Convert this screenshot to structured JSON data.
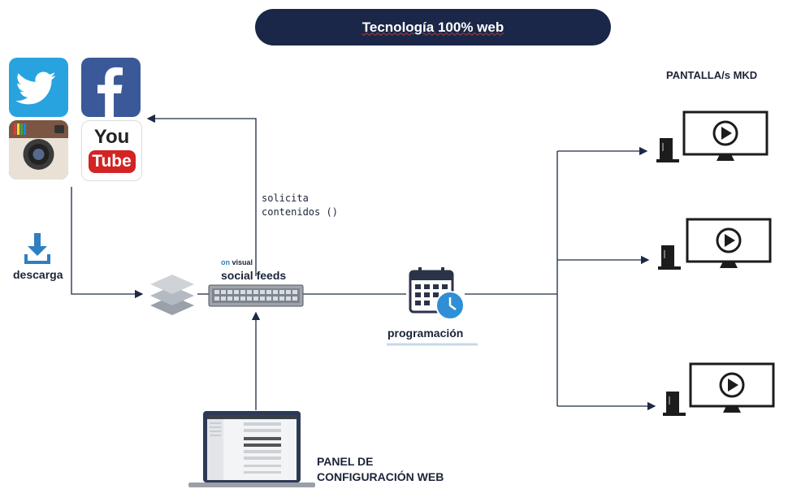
{
  "header": {
    "title": "Tecnología 100% web"
  },
  "social": {
    "icons": [
      "twitter-icon",
      "facebook-icon",
      "instagram-icon",
      "youtube-icon"
    ],
    "youtube_line1": "You",
    "youtube_line2": "Tube"
  },
  "flow": {
    "descarga_label": "descarga",
    "solicita_line1": "solicita",
    "solicita_line2": "contenidos ()",
    "server_brand_on": "on",
    "server_brand_visual": "visual",
    "server_label": "social feeds",
    "programacion_label": "programación"
  },
  "screens": {
    "heading": "PANTALLA/s MKD",
    "count": 3
  },
  "panel": {
    "line1": "PANEL DE",
    "line2": "CONFIGURACIÓN WEB"
  },
  "colors": {
    "navy": "#1a2748",
    "accent_blue": "#2f7fc1",
    "line": "#1c2a44"
  }
}
